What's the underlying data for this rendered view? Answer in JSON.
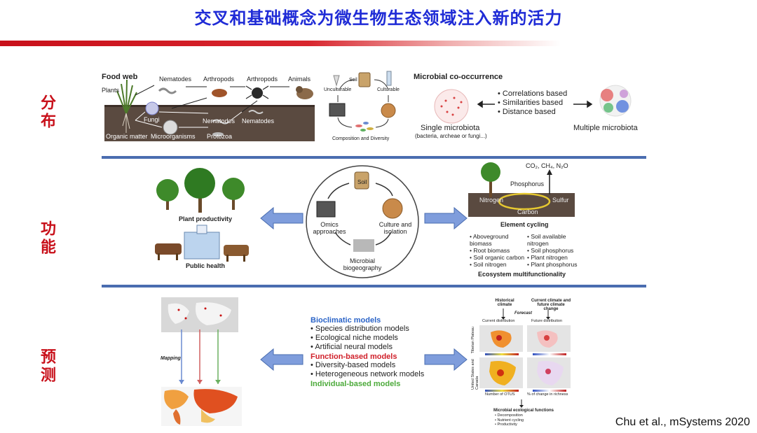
{
  "title": "交叉和基础概念为微生物生态领域注入新的活力",
  "citation": "Chu et al., mSystems 2020",
  "side_labels": {
    "distribution": "分布",
    "function": "功能",
    "prediction": "预测"
  },
  "row1": {
    "foodweb": {
      "title": "Food web",
      "plants": "Plants",
      "nematodes_top": "Nematodes",
      "arthropods1": "Arthropods",
      "arthropods2": "Arthropods",
      "animals": "Animals",
      "fungi": "Fungi",
      "nematodes_soil1": "Nematodes",
      "nematodes_soil2": "Nematodes",
      "protozoa": "Protozoa",
      "organic_matter": "Organic matter",
      "microorganisms": "Microorganisms"
    },
    "cycle": {
      "soil": "Soil",
      "unculturable": "Unculturable",
      "culturable": "Culturable",
      "composition": "Composition and Diversity"
    },
    "cooccurrence": {
      "title": "Microbial co-occurrence",
      "bullets": [
        "Correlations based",
        "Similarities based",
        "Distance based"
      ],
      "single": "Single microbiota",
      "single_sub": "(bacteria, archeae or fungi...)",
      "multiple": "Multiple microbiota"
    }
  },
  "row2": {
    "plant_productivity": "Plant productivity",
    "public_health": "Public health",
    "center": {
      "soil": "Soil",
      "omics": "Omics approaches",
      "culture": "Culture and isolation",
      "biogeo": "Microbial biogeography"
    },
    "cycling": {
      "gases": "CO₂, CH₄, N₂O",
      "phosphorus": "Phosphorus",
      "nitrogen": "Nitrogen",
      "sulfur": "Sulfur",
      "carbon": "Carbon",
      "title": "Element cycling"
    },
    "multifunc": {
      "left": [
        "Aboveground biomass",
        "Root biomass",
        "Soil organic carbon",
        "Soil nitrogen"
      ],
      "right": [
        "Soil available nitrogen",
        "Soil phosphorus",
        "Plant nitrogen",
        "Plant phosphorus"
      ],
      "title": "Ecosystem multifunctionality"
    }
  },
  "row3": {
    "mapping": "Mapping",
    "models": {
      "bioclimatic": "Bioclimatic models",
      "bioclimatic_items": [
        "Species distribution models",
        "Ecological niche models",
        "Artificial neural models"
      ],
      "function": "Function-based models",
      "function_items": [
        "Diversity-based models",
        "Heterogeneous network models"
      ],
      "individual": "Individual-based models"
    },
    "forecast": {
      "historical": "Historical climate",
      "current_future": "Current climate and future climate change",
      "forecast": "Forecast",
      "current_dist": "Current distribution",
      "future_dist": "Future distribution",
      "tibetan": "Tibetan Plateau",
      "us_canada": "United States and Canada",
      "otus": "Number of OTUS",
      "richness": "% of change in richness",
      "functions_title": "Microbial ecological functions",
      "functions": [
        "Decomposition",
        "Nutrient cycling",
        "Productivity"
      ]
    }
  },
  "colors": {
    "title": "#1f2bd6",
    "side": "#c8101a",
    "rule": "#4a6db0",
    "arrow": "#7f9ddc",
    "bioclimatic": "#2a63c7",
    "function": "#d0202a",
    "individual": "#4caa3a"
  }
}
